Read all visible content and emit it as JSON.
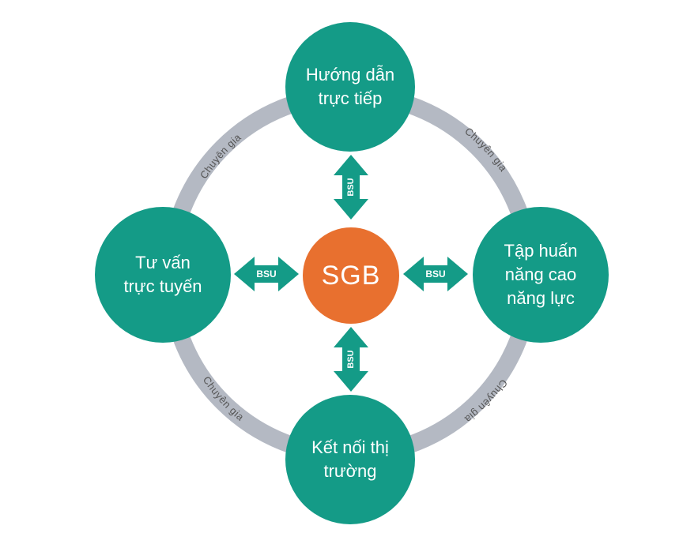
{
  "center": {
    "label": "SGB"
  },
  "nodes": {
    "top": "Hướng dẫn\ntrực tiếp",
    "right": "Tập huấn\nnăng cao\nnăng lực",
    "bottom": "Kết nối thị\ntrường",
    "left": "Tư vấn\ntrực tuyến"
  },
  "connectors": {
    "top": "BSU",
    "right": "BSU",
    "bottom": "BSU",
    "left": "BSU"
  },
  "ring_labels": {
    "top_left": "Chuyên gia",
    "top_right": "Chuyên gia",
    "bottom_right": "Chuyên gia",
    "bottom_left": "Chuyên gia"
  },
  "colors": {
    "outer_node": "#149b87",
    "center_node": "#e8702f",
    "ring": "#b4b9c3",
    "arrow": "#149b87",
    "ring_text": "#555555"
  }
}
